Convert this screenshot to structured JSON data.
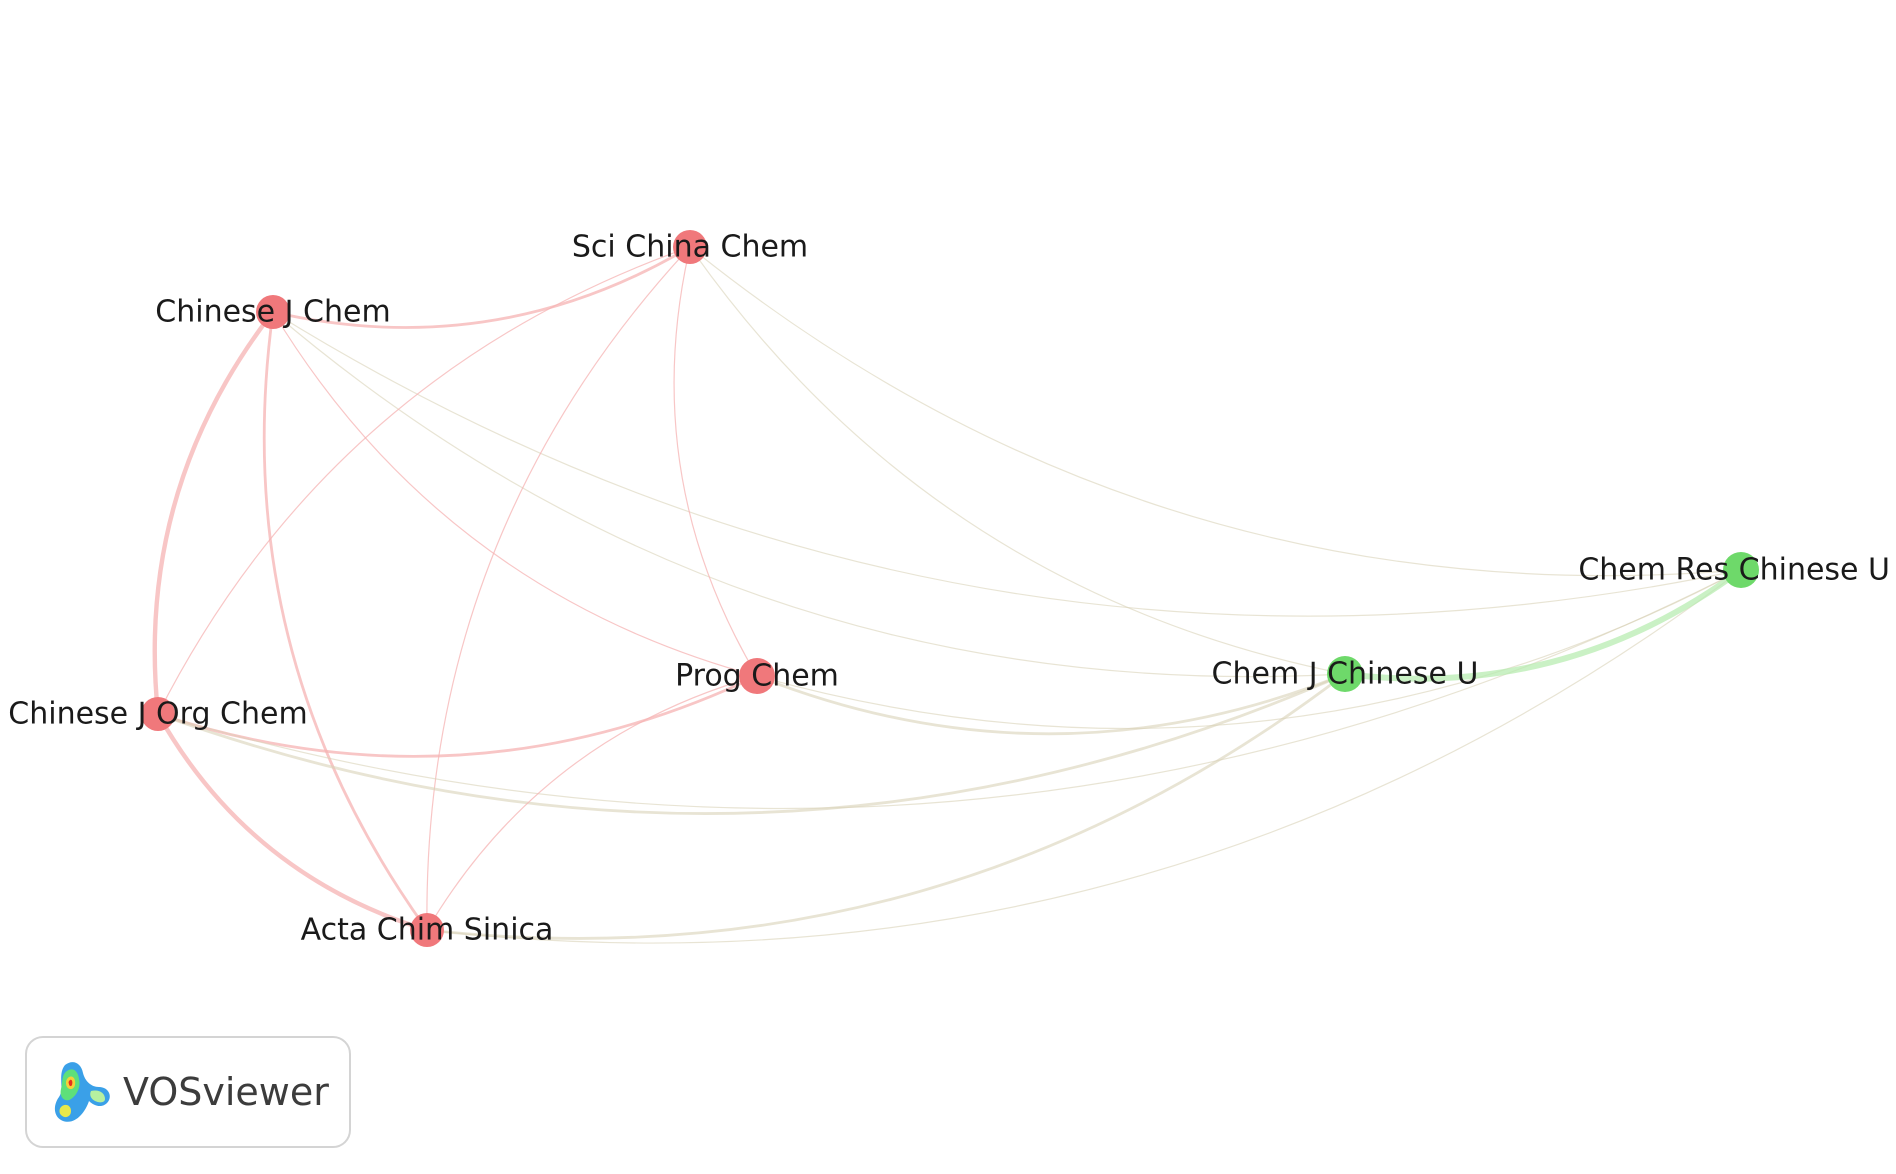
{
  "diagram": {
    "type": "network",
    "clusters": [
      {
        "id": 1,
        "color": "#f0787b",
        "edge_color": "#f5b3b3"
      },
      {
        "id": 2,
        "color": "#6ed96a",
        "edge_color": "#b8ecb1"
      }
    ],
    "nodes": [
      {
        "id": "cjc",
        "label": "Chinese J Chem",
        "cluster": 1
      },
      {
        "id": "scc",
        "label": "Sci China Chem",
        "cluster": 1
      },
      {
        "id": "cjoc",
        "label": "Chinese J Org Chem",
        "cluster": 1
      },
      {
        "id": "pc",
        "label": "Prog Chem",
        "cluster": 1
      },
      {
        "id": "acs",
        "label": "Acta Chim Sinica",
        "cluster": 1
      },
      {
        "id": "cjcu",
        "label": "Chem J Chinese U",
        "cluster": 2
      },
      {
        "id": "crcu",
        "label": "Chem Res Chinese U",
        "cluster": 2
      }
    ],
    "links": [
      {
        "source": "cjc",
        "target": "scc",
        "strength": 2
      },
      {
        "source": "cjc",
        "target": "cjoc",
        "strength": 3
      },
      {
        "source": "cjc",
        "target": "acs",
        "strength": 2
      },
      {
        "source": "cjc",
        "target": "pc",
        "strength": 1
      },
      {
        "source": "cjc",
        "target": "cjcu",
        "strength": 1
      },
      {
        "source": "cjc",
        "target": "crcu",
        "strength": 1
      },
      {
        "source": "scc",
        "target": "cjoc",
        "strength": 1
      },
      {
        "source": "scc",
        "target": "pc",
        "strength": 1
      },
      {
        "source": "scc",
        "target": "acs",
        "strength": 1
      },
      {
        "source": "scc",
        "target": "cjcu",
        "strength": 1
      },
      {
        "source": "scc",
        "target": "crcu",
        "strength": 1
      },
      {
        "source": "cjoc",
        "target": "acs",
        "strength": 3
      },
      {
        "source": "cjoc",
        "target": "pc",
        "strength": 2
      },
      {
        "source": "cjoc",
        "target": "cjcu",
        "strength": 2
      },
      {
        "source": "cjoc",
        "target": "crcu",
        "strength": 1
      },
      {
        "source": "pc",
        "target": "acs",
        "strength": 1
      },
      {
        "source": "pc",
        "target": "cjcu",
        "strength": 2
      },
      {
        "source": "pc",
        "target": "crcu",
        "strength": 1
      },
      {
        "source": "acs",
        "target": "cjcu",
        "strength": 2
      },
      {
        "source": "acs",
        "target": "crcu",
        "strength": 1
      },
      {
        "source": "cjcu",
        "target": "crcu",
        "strength": 4
      }
    ]
  },
  "branding": {
    "logo_icon": "vosviewer-logo-icon",
    "name": "VOSviewer"
  }
}
